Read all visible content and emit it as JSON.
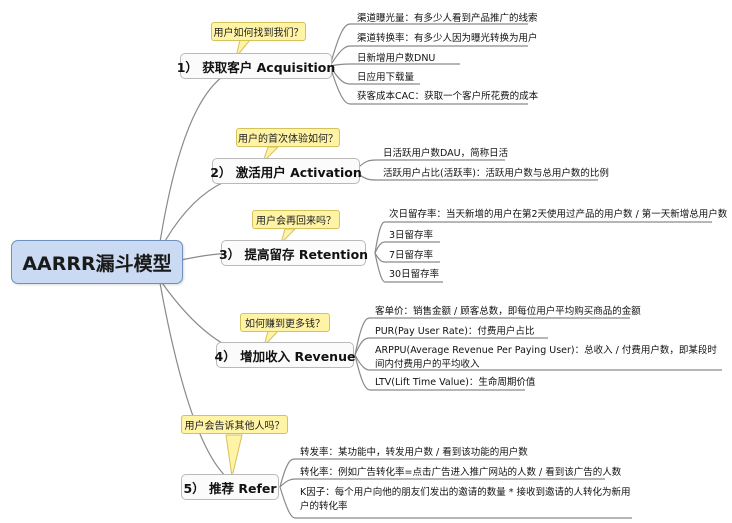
{
  "root": {
    "label": "AARRR漏斗模型"
  },
  "branches": [
    {
      "label": "1） 获取客户 Acquisition",
      "question": "用户如何找到我们？",
      "leaves": [
        "渠道曝光量：有多少人看到产品推广的线索",
        "渠道转换率：有多少人因为曝光转换为用户",
        "日新增用户数DNU",
        "日应用下载量",
        "获客成本CAC：获取一个客户所花费的成本"
      ]
    },
    {
      "label": "2） 激活用户 Activation",
      "question": "用户的首次体验如何？",
      "leaves": [
        "日活跃用户数DAU，简称日活",
        "活跃用户占比(活跃率)：活跃用户数与总用户数的比例"
      ]
    },
    {
      "label": "3） 提高留存 Retention",
      "question": "用户会再回来吗？",
      "leaves": [
        "次日留存率：当天新增的用户在第2天使用过产品的用户数 / 第一天新增总用户数",
        "3日留存率",
        "7日留存率",
        "30日留存率"
      ]
    },
    {
      "label": "4） 增加收入 Revenue",
      "question": "如何赚到更多钱？",
      "leaves": [
        "客单价：销售金额 / 顾客总数，即每位用户平均购买商品的金额",
        "PUR(Pay User Rate)：付费用户占比",
        "ARPPU(Average Revenue Per Paying User)：总收入 / 付费用户数，即某段时间内付费用户的平均收入",
        "LTV(Lift Time Value)：生命周期价值"
      ]
    },
    {
      "label": "5） 推荐 Refer",
      "question": "用户会告诉其他人吗？",
      "leaves": [
        "转发率：某功能中，转发用户数 / 看到该功能的用户数",
        "转化率：例如广告转化率=点击广告进入推广网站的人数 / 看到该广告的人数",
        "K因子：每个用户向他的朋友们发出的邀请的数量 * 接收到邀请的人转化为新用户的转化率"
      ]
    }
  ]
}
